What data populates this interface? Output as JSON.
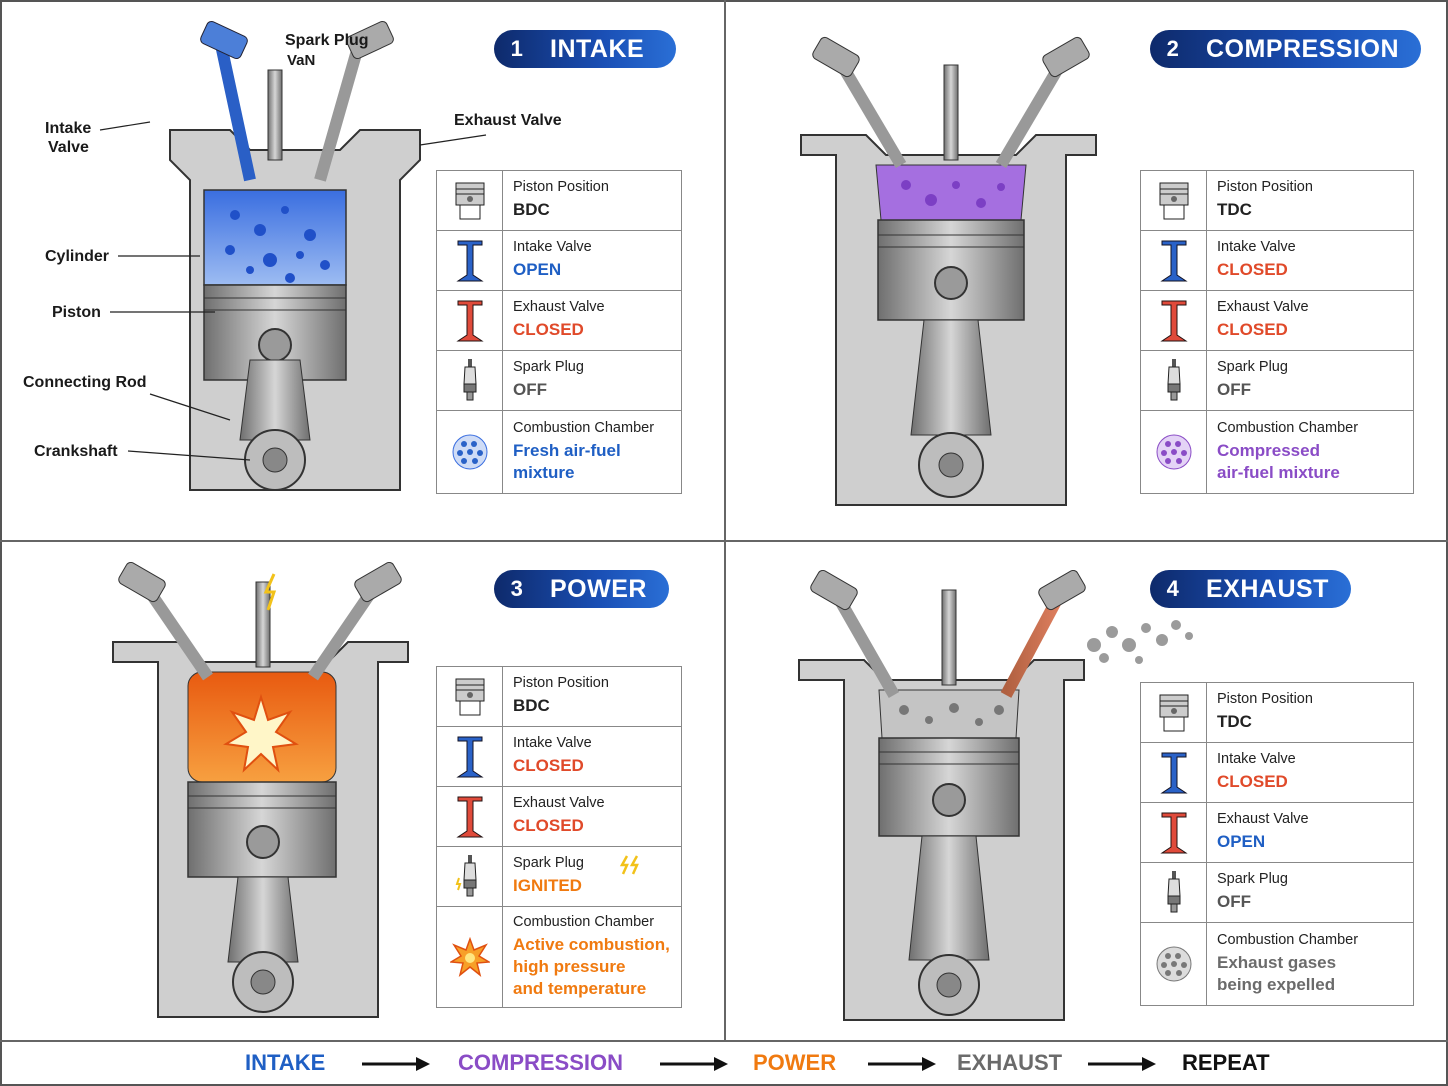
{
  "colors": {
    "intake": "#1f5fc4",
    "compression": "#8a4cc6",
    "power": "#f07a10",
    "exhaust": "#6b6b6b",
    "repeat": "#111111",
    "open": "#1f5fc4",
    "closed": "#e04a2a",
    "off": "#555555",
    "ignited": "#f07a10"
  },
  "panels": [
    {
      "num": "1",
      "title": "INTAKE",
      "rows": [
        {
          "label": "Piston Position",
          "value": "BDC",
          "icon": "piston-icon",
          "color": "#222"
        },
        {
          "label": "Intake Valve",
          "value": "OPEN",
          "icon": "intake-valve-icon",
          "color": "#1f5fc4"
        },
        {
          "label": "Exhaust Valve",
          "value": "CLOSED",
          "icon": "exhaust-valve-icon",
          "color": "#e04a2a"
        },
        {
          "label": "Spark Plug",
          "value": "OFF",
          "icon": "spark-plug-icon",
          "color": "#555"
        },
        {
          "label": "Combustion Chamber",
          "value": "Fresh air-fuel mixture",
          "value_l1": "Fresh air-fuel",
          "value_l2": "mixture",
          "icon": "fresh-mixture-icon",
          "color": "#1f5fc4"
        }
      ]
    },
    {
      "num": "2",
      "title": "COMPRESSION",
      "rows": [
        {
          "label": "Piston Position",
          "value": "TDC",
          "icon": "piston-icon",
          "color": "#222"
        },
        {
          "label": "Intake Valve",
          "value": "CLOSED",
          "icon": "intake-valve-icon",
          "color": "#e04a2a"
        },
        {
          "label": "Exhaust Valve",
          "value": "CLOSED",
          "icon": "exhaust-valve-icon",
          "color": "#e04a2a"
        },
        {
          "label": "Spark Plug",
          "value": "OFF",
          "icon": "spark-plug-icon",
          "color": "#555"
        },
        {
          "label": "Combustion Chamber",
          "value_l1": "Compressed",
          "value_l2": "air-fuel mixture",
          "icon": "compressed-mixture-icon",
          "color": "#8a4cc6"
        }
      ]
    },
    {
      "num": "3",
      "title": "POWER",
      "rows": [
        {
          "label": "Piston Position",
          "value": "BDC",
          "icon": "piston-icon",
          "color": "#222"
        },
        {
          "label": "Intake Valve",
          "value": "CLOSED",
          "icon": "intake-valve-icon",
          "color": "#e04a2a"
        },
        {
          "label": "Exhaust Valve",
          "value": "CLOSED",
          "icon": "exhaust-valve-icon",
          "color": "#e04a2a"
        },
        {
          "label": "Spark Plug",
          "value": "IGNITED",
          "icon": "spark-plug-icon",
          "color": "#f07a10"
        },
        {
          "label": "Combustion Chamber",
          "value_l1": "Active combustion,",
          "value_l2": "high pressure",
          "value_l3": "and temperature",
          "icon": "explosion-icon",
          "color": "#f07a10"
        }
      ]
    },
    {
      "num": "4",
      "title": "EXHAUST",
      "rows": [
        {
          "label": "Piston Position",
          "value": "TDC",
          "icon": "piston-icon",
          "color": "#222"
        },
        {
          "label": "Intake Valve",
          "value": "CLOSED",
          "icon": "intake-valve-icon",
          "color": "#e04a2a"
        },
        {
          "label": "Exhaust Valve",
          "value": "OPEN",
          "icon": "exhaust-valve-icon",
          "color": "#1f5fc4"
        },
        {
          "label": "Spark Plug",
          "value": "OFF",
          "icon": "spark-plug-icon",
          "color": "#555"
        },
        {
          "label": "Combustion Chamber",
          "value_l1": "Exhaust gases",
          "value_l2": "being expelled",
          "icon": "exhaust-gas-icon",
          "color": "#6b6b6b"
        }
      ]
    }
  ],
  "callouts": {
    "spark_plug": "Spark Plug",
    "spark_plug_sub": "VaN",
    "intake_valve_l1": "Intake",
    "intake_valve_l2": "Valve",
    "exhaust_valve": "Exhaust Valve",
    "cylinder": "Cylinder",
    "piston": "Piston",
    "connecting_rod": "Connecting Rod",
    "crankshaft": "Crankshaft"
  },
  "flow": [
    "INTAKE",
    "COMPRESSION",
    "POWER",
    "EXHAUST",
    "REPEAT"
  ]
}
